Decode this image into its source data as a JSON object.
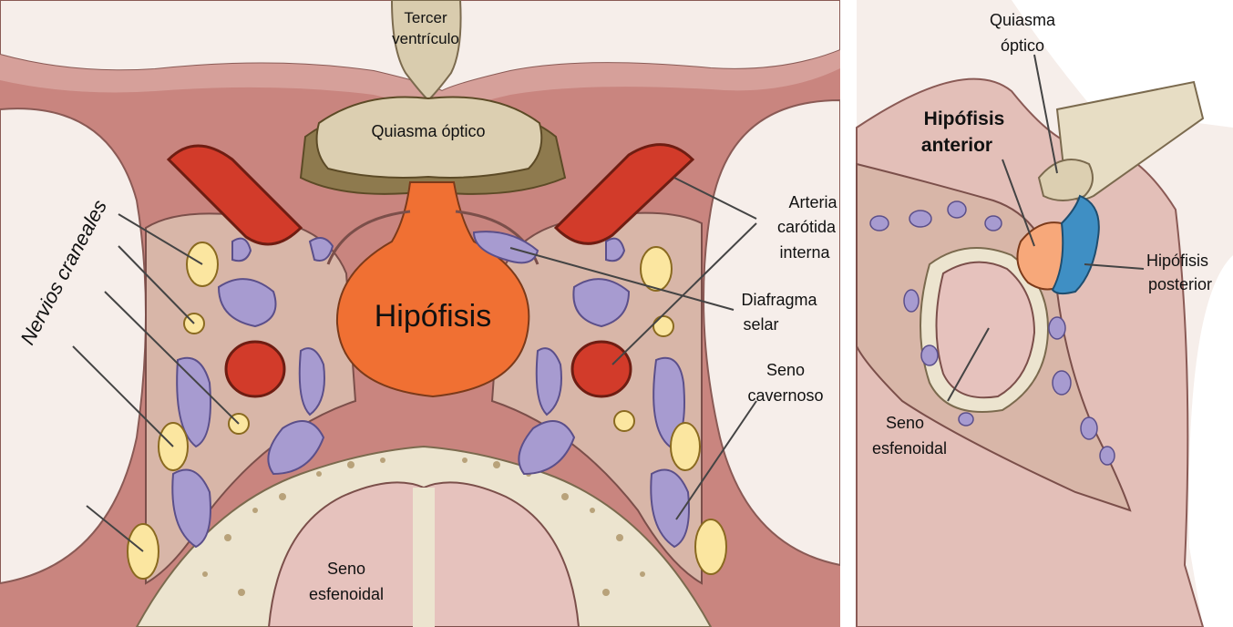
{
  "colors": {
    "tissue": "#c9857f",
    "tissue_dark": "#a9625e",
    "membrane": "#d8b6a8",
    "bone": "#ece4cf",
    "sinus_pink": "#e6c2bd",
    "pituitary_orange": "#f07033",
    "posterior_blue": "#3f8fc4",
    "artery_red": "#d23b2a",
    "vein_purple": "#a79bd0",
    "nerve_yellow": "#fbe6a0",
    "chiasm": "#dccfb1",
    "chiasm_dark": "#8e7a4e"
  },
  "left_panel": {
    "labels": {
      "tercer_1": "Tercer",
      "tercer_2": "ventrículo",
      "quiasma": "Quiasma óptico",
      "hipofisis": "Hipófisis",
      "arteria_1": "Arteria",
      "arteria_2": "carótida",
      "arteria_3": "interna",
      "diafragma_1": "Diafragma",
      "diafragma_2": "selar",
      "seno_cav_1": "Seno",
      "seno_cav_2": "cavernoso",
      "seno_esf_1": "Seno",
      "seno_esf_2": "esfenoidal",
      "nervios": "Nervios craneales"
    }
  },
  "right_panel": {
    "labels": {
      "quiasma_1": "Quiasma",
      "quiasma_2": "óptico",
      "anterior_1": "Hipófisis",
      "anterior_2": "anterior",
      "posterior_1": "Hipófisis",
      "posterior_2": "posterior",
      "seno_esf_1": "Seno",
      "seno_esf_2": "esfenoidal"
    }
  }
}
